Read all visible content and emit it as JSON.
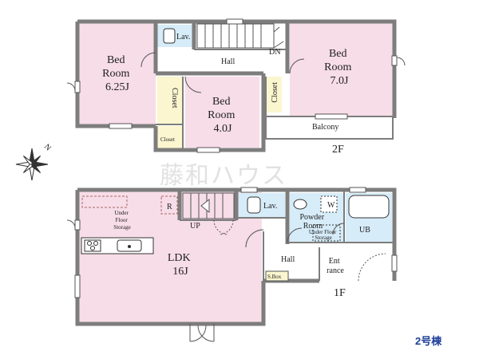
{
  "floors": {
    "second": {
      "label": "2F",
      "rooms": {
        "bed1": [
          "Bed",
          "Room",
          "6.25J"
        ],
        "bed2": [
          "Bed",
          "Room",
          "4.0J"
        ],
        "bed3": [
          "Bed",
          "Room",
          "7.0J"
        ],
        "lav": "Lav.",
        "hall": "Hall",
        "dn": "DN",
        "closet_a": "Closet",
        "closet_b": "Closet",
        "closet_c": "Closet",
        "balcony": "Balcony"
      }
    },
    "first": {
      "label": "1F",
      "rooms": {
        "ldk": [
          "LDK",
          "16J"
        ],
        "underfloor": [
          "Under",
          "Floor",
          "Storage"
        ],
        "refrigerator": "R",
        "up": "UP",
        "lav": "Lav.",
        "powder": [
          "Powder",
          "Room"
        ],
        "powder_storage": [
          "Under Floor",
          "Storage"
        ],
        "washer": "W",
        "ub": "UB",
        "hall": "Hall",
        "entrance": [
          "Ent",
          "rance"
        ],
        "sbox": "S.Box"
      }
    }
  },
  "watermark": "藤和ハウス",
  "building_label": "2号棟",
  "compass": "N",
  "colors": {
    "wall": "#7d7d7d",
    "bedroom_fill": "#f7dde8",
    "wet_fill": "#d6ecf8",
    "closet_fill": "#fbf6cf",
    "building_label": "#1f3f9a"
  }
}
